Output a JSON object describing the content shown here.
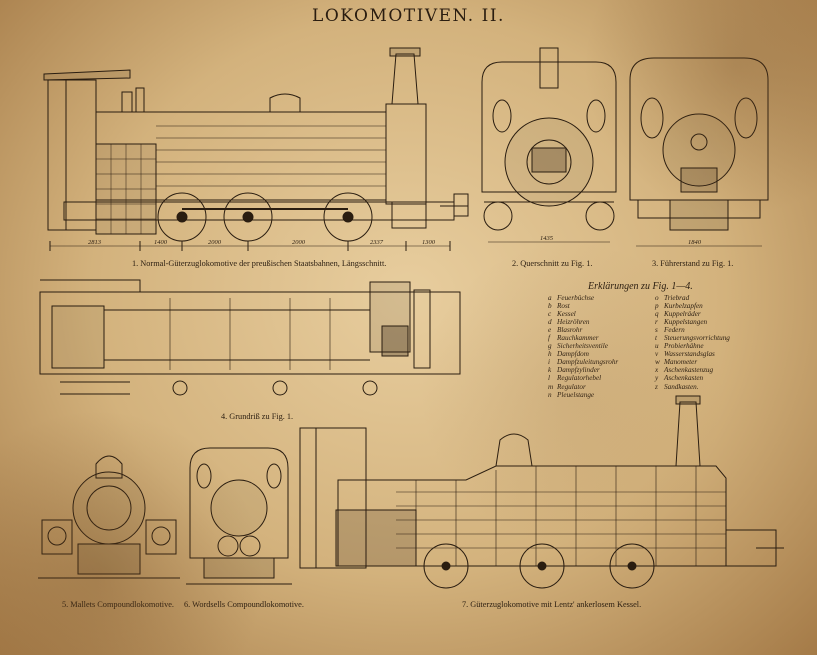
{
  "title": "LOKOMOTIVEN. II.",
  "figures": {
    "fig1": "1. Normal-Güterzuglokomotive der preußischen Staatsbahnen, Längsschnitt.",
    "fig2": "2. Querschnitt zu Fig. 1.",
    "fig3": "3. Führerstand zu Fig. 1.",
    "fig4": "4. Grundriß zu Fig. 1.",
    "fig5": "5. Mallets Compoundlokomotive.",
    "fig6": "6. Wordsells Compoundlokomotive.",
    "fig7": "7. Güterzuglokomotive mit Lentz' ankerlosem Kessel."
  },
  "dimensions": {
    "d1": "2813",
    "d2": "1400",
    "d3": "2000",
    "d4": "2000",
    "d5": "2337",
    "d6": "1300",
    "d7": "1435",
    "d8": "1840"
  },
  "legend": {
    "title": "Erklärungen zu Fig. 1—4.",
    "left": [
      {
        "k": "a",
        "v": "Feuerbüchse"
      },
      {
        "k": "b",
        "v": "Rost"
      },
      {
        "k": "c",
        "v": "Kessel"
      },
      {
        "k": "d",
        "v": "Heizröhren"
      },
      {
        "k": "e",
        "v": "Blasrohr"
      },
      {
        "k": "f",
        "v": "Rauchkammer"
      },
      {
        "k": "g",
        "v": "Sicherheitsventile"
      },
      {
        "k": "h",
        "v": "Dampfdom"
      },
      {
        "k": "i",
        "v": "Dampfzuleitungsrohr"
      },
      {
        "k": "k",
        "v": "Dampfzylinder"
      },
      {
        "k": "l",
        "v": "Regulatorhebel"
      },
      {
        "k": "m",
        "v": "Regulator"
      },
      {
        "k": "n",
        "v": "Pleuelstange"
      }
    ],
    "right": [
      {
        "k": "o",
        "v": "Triebrad"
      },
      {
        "k": "p",
        "v": "Kurbelzapfen"
      },
      {
        "k": "q",
        "v": "Kuppelräder"
      },
      {
        "k": "r",
        "v": "Kuppelstangen"
      },
      {
        "k": "s",
        "v": "Federn"
      },
      {
        "k": "t",
        "v": "Steuerungsvorrichtung"
      },
      {
        "k": "u",
        "v": "Probierhähne"
      },
      {
        "k": "v",
        "v": "Wasserstandsglas"
      },
      {
        "k": "w",
        "v": "Manometer"
      },
      {
        "k": "x",
        "v": "Aschenkastenzug"
      },
      {
        "k": "y",
        "v": "Aschenkasten"
      },
      {
        "k": "z",
        "v": "Sandkasten."
      }
    ]
  }
}
